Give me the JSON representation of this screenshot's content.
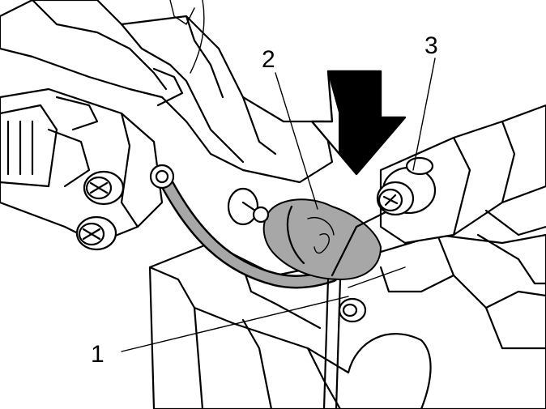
{
  "callouts": [
    {
      "id": "1",
      "label": "1"
    },
    {
      "id": "2",
      "label": "2"
    },
    {
      "id": "3",
      "label": "3"
    }
  ],
  "colors": {
    "line": "#000000",
    "grey_part": "#a7a7a7",
    "background": "#ffffff"
  },
  "icons": {
    "press_direction": "arrow-down-icon"
  }
}
